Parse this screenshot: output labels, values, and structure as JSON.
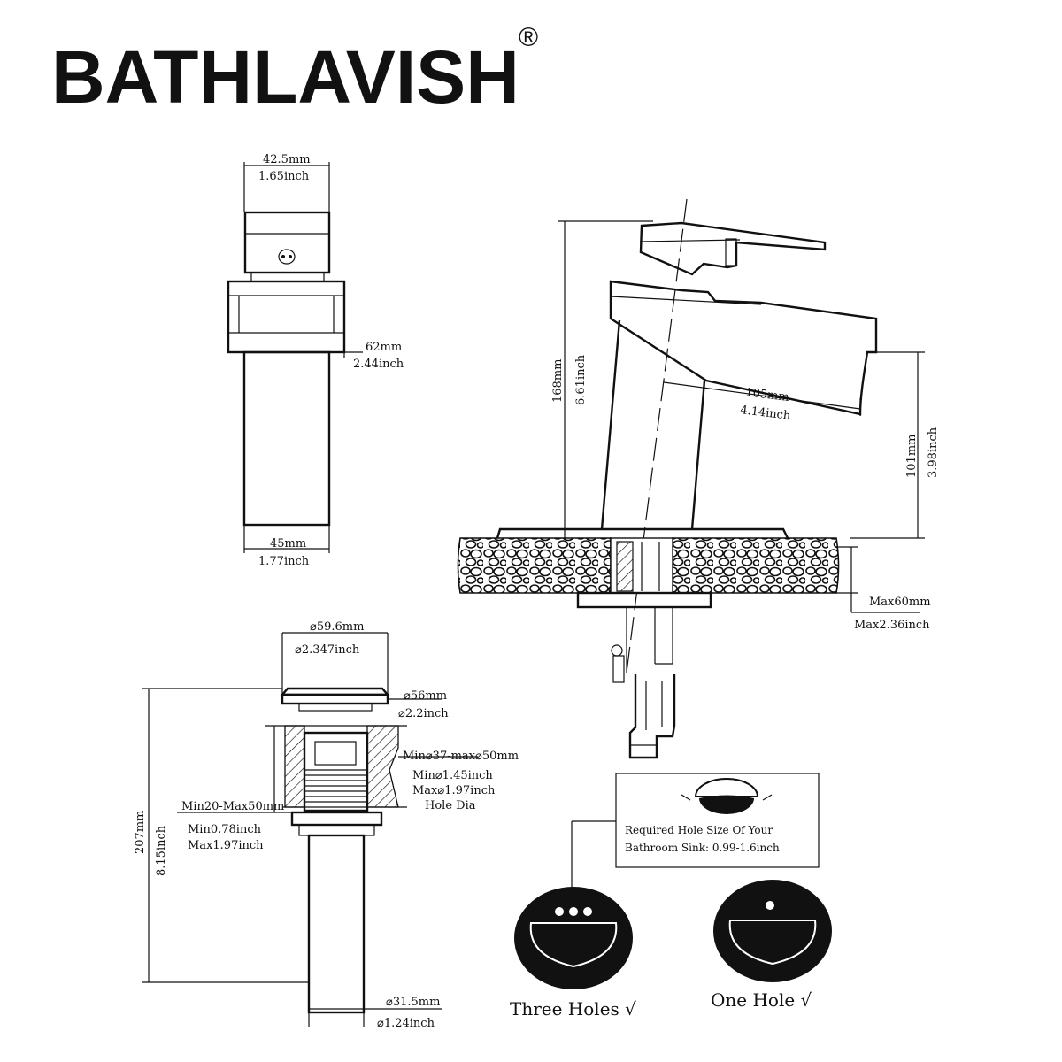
{
  "brand": {
    "name": "BATHLAVISH",
    "registered_mark": "®"
  },
  "top_view": {
    "width_mm": "42.5mm",
    "width_inch": "1.65inch",
    "base_mm": "62mm",
    "base_inch": "2.44inch",
    "body_mm": "45mm",
    "body_inch": "1.77inch"
  },
  "side_view": {
    "height_mm": "168mm",
    "height_inch": "6.61inch",
    "spout_reach_mm": "105mm",
    "spout_reach_inch": "4.14inch",
    "spout_height_mm": "101mm",
    "spout_height_inch": "3.98inch",
    "deck_max_mm": "Max60mm",
    "deck_max_inch": "Max2.36inch"
  },
  "drain": {
    "cap_dia_mm": "⌀59.6mm",
    "cap_dia_inch": "⌀2.347inch",
    "flange_dia_mm": "⌀56mm",
    "flange_dia_inch": "⌀2.2inch",
    "hole_range_mm": "Min⌀37-max⌀50mm",
    "hole_min_inch": "Min⌀1.45inch",
    "hole_max_inch": "Max⌀1.97inch",
    "hole_label": "Hole Dia",
    "thickness_mm": "Min20-Max50mm",
    "thickness_min_inch": "Min0.78inch",
    "thickness_max_inch": "Max1.97inch",
    "height_mm": "207mm",
    "height_inch": "8.15inch",
    "tail_dia_mm": "⌀31.5mm",
    "tail_dia_inch": "⌀1.24inch"
  },
  "note": {
    "line1": "Required Hole Size Of Your",
    "line2": "Bathroom Sink: 0.99-1.6inch"
  },
  "sinks": {
    "three_holes": "Three Holes √",
    "one_hole": "One Hole  √"
  }
}
